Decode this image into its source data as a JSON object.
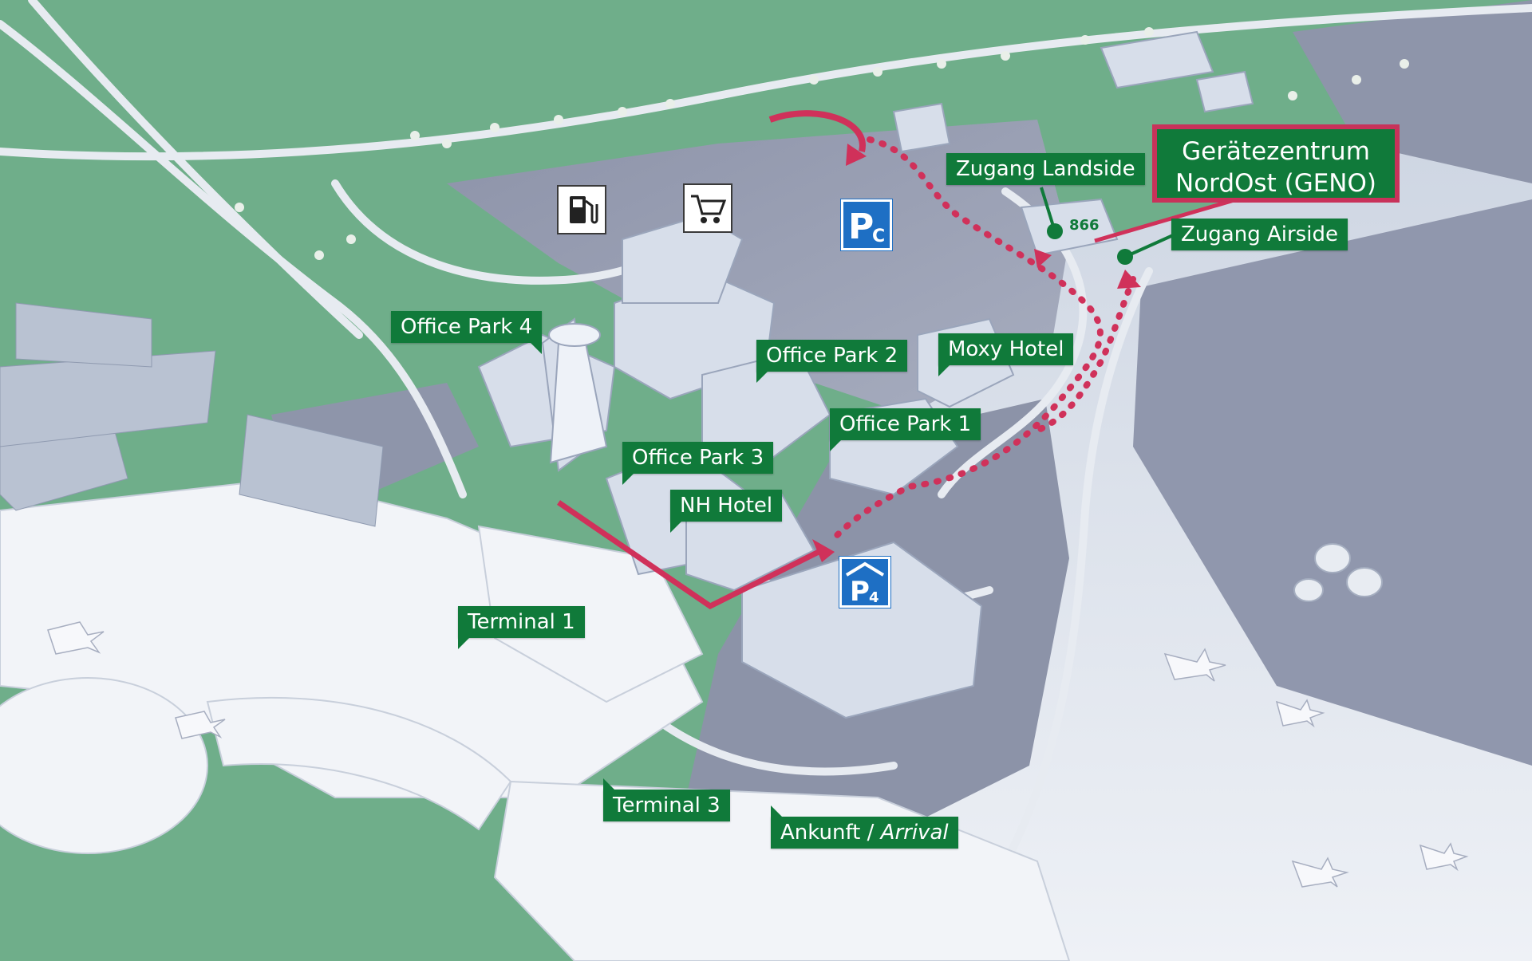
{
  "labels": {
    "office_park_4": "Office Park 4",
    "office_park_2": "Office Park 2",
    "office_park_1": "Office Park 1",
    "office_park_3": "Office Park 3",
    "moxy_hotel": "Moxy Hotel",
    "nh_hotel": "NH Hotel",
    "terminal_1": "Terminal 1",
    "terminal_3": "Terminal 3",
    "ankunft": "Ankunft",
    "arrival": "Arrival",
    "arrival_separator": "/",
    "zugang_landside": "Zugang Landside",
    "zugang_airside": "Zugang Airside"
  },
  "geno": {
    "line1": "Gerätezentrum",
    "line2": "NordOst (GENO)"
  },
  "road_number": "866",
  "parking": {
    "pc_letter": "P",
    "pc_sub": "C",
    "p4_letter": "P",
    "p4_sub": "4"
  },
  "icons": [
    "fuel-station-icon",
    "shopping-cart-icon",
    "parking-c-icon",
    "parking-garage-p4-icon"
  ],
  "colors": {
    "label_green": "#107a3a",
    "route_red": "#d0315a",
    "parking_blue": "#1e6fc4",
    "grass": "#6fae8a",
    "tarmac": "#8c93a8"
  }
}
